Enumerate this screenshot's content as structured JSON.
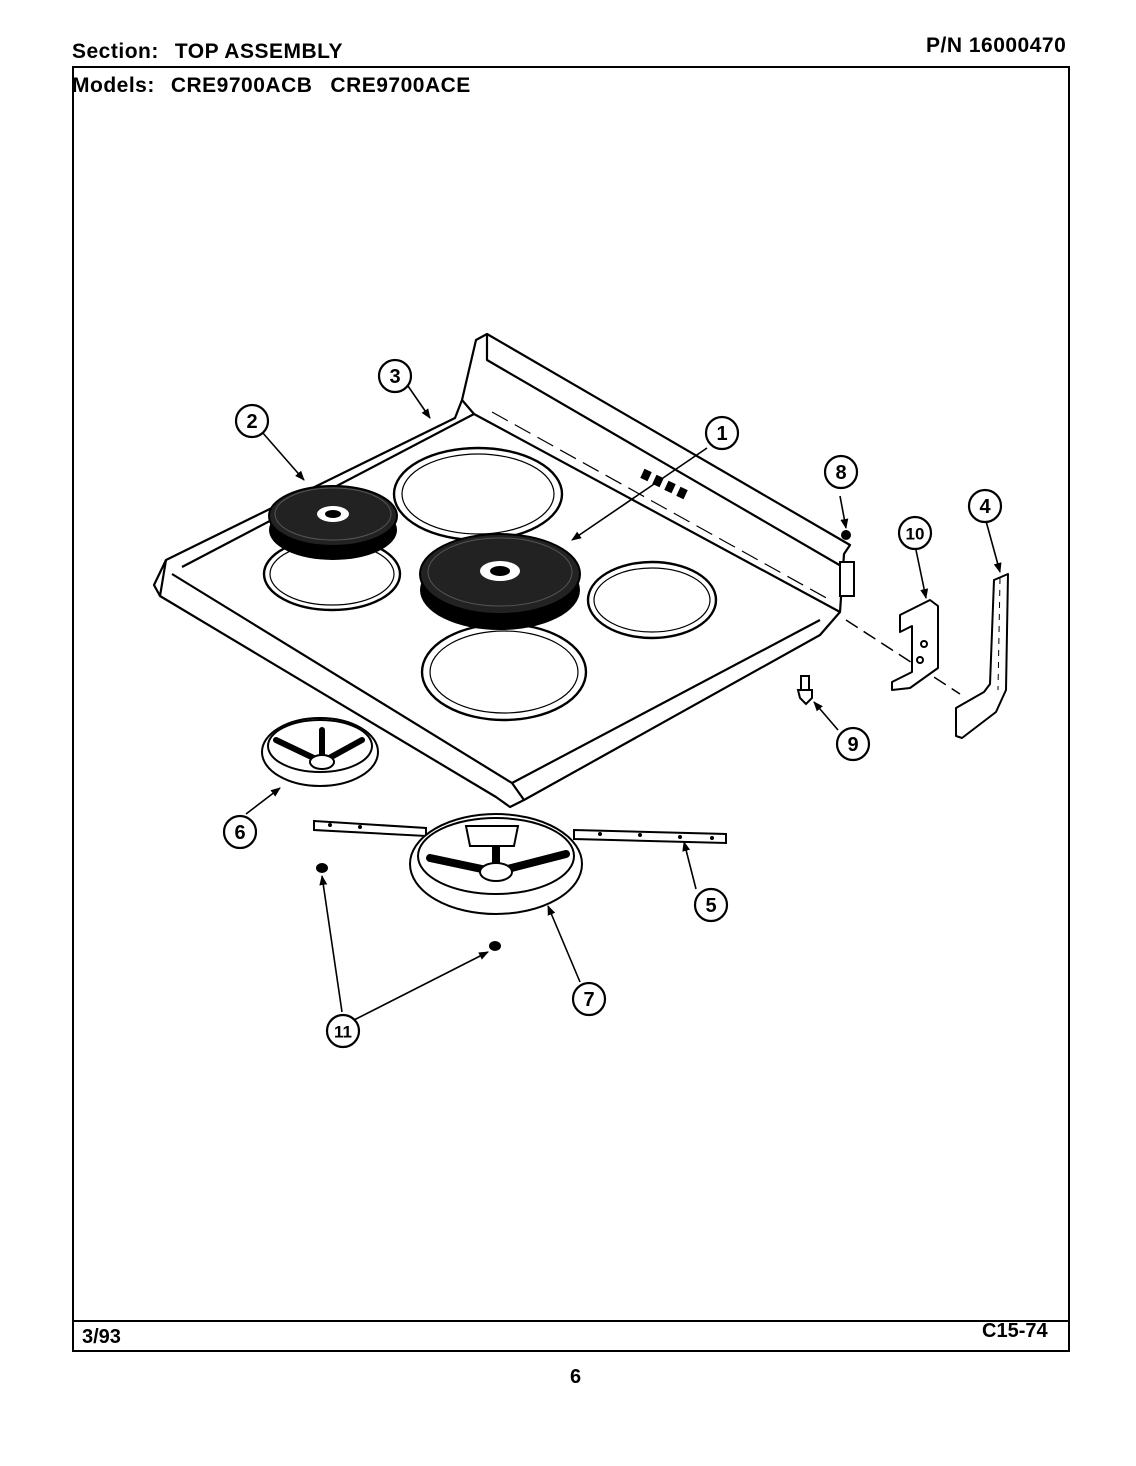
{
  "header": {
    "section_label": "Section:",
    "section_value": "TOP ASSEMBLY",
    "part_number": "P/N 16000470",
    "models_label": "Models:",
    "models": [
      "CRE9700ACB",
      "CRE9700ACE"
    ]
  },
  "footer": {
    "date": "3/93",
    "code": "C15-74",
    "page": "6"
  },
  "callouts": [
    "1",
    "2",
    "3",
    "4",
    "5",
    "6",
    "7",
    "8",
    "9",
    "10",
    "11"
  ]
}
